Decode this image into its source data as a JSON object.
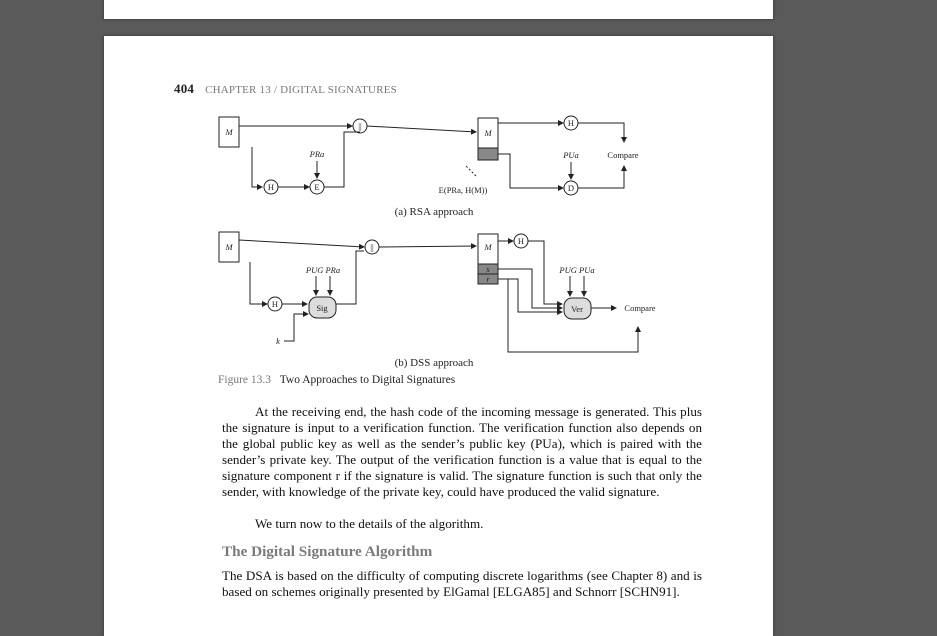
{
  "document": {
    "page_number": "404",
    "running_head": "CHAPTER 13 / DIGITAL SIGNATURES",
    "figure": {
      "rsa": {
        "label": "(a) RSA approach",
        "m_left": "M",
        "m_right": "M",
        "concat": "||",
        "hash_left": "H",
        "hash_right": "H",
        "encrypt": "E",
        "decrypt": "D",
        "private_key": "PRa",
        "public_key": "PUa",
        "compare": "Compare",
        "signature_label": "E(PRa, H(M))"
      },
      "dss": {
        "label": "(b) DSS approach",
        "m_left": "M",
        "m_right": "M",
        "concat": "||",
        "hash_left": "H",
        "hash_right": "H",
        "sig": "Sig",
        "ver": "Ver",
        "sign_keys": "PUG PRa",
        "verify_keys": "PUG PUa",
        "k": "k",
        "s": "s",
        "r": "r",
        "compare": "Compare"
      },
      "caption_number": "Figure 13.3",
      "caption_text": "Two Approaches to Digital Signatures"
    },
    "paragraph_1": "At the receiving end, the hash code of the incoming message is generated. This plus the signature is input to a verification function. The verification function also depends on the global public key as well as the sender’s public key (PUa), which is paired with the sender’s private key. The output of the verification function is a value that is equal to the signature component r if the signature is valid. The signature function is such that only the sender, with knowledge of the private key, could have produced the valid signature.",
    "paragraph_2": "We turn now to the details of the algorithm.",
    "section_heading": "The Digital Signature Algorithm",
    "paragraph_3": "The DSA is based on the difficulty of computing discrete logarithms (see Chapter 8) and is based on schemes originally presented by ElGamal [ELGA85] and Schnorr [SCHN91]."
  }
}
